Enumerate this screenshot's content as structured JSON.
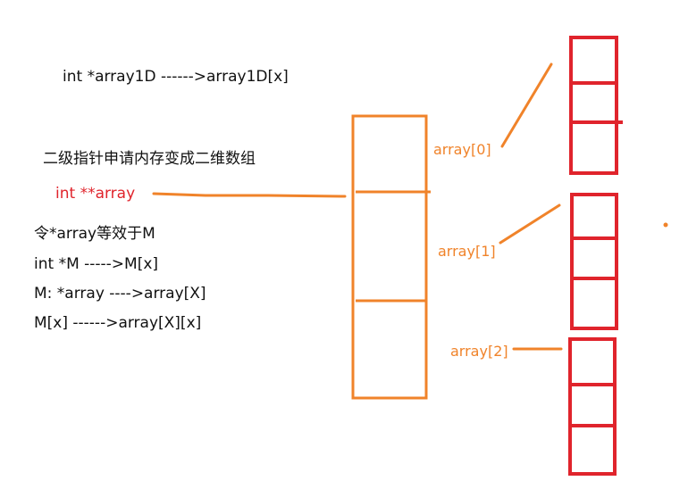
{
  "texts": {
    "line1D": "int *array1D ------>array1D[x]",
    "heading": "二级指针申请内存变成二维数组",
    "ptr": "int **array",
    "note1": "令*array等效于M",
    "note2": "int *M ----->M[x]",
    "note3": "M: *array ---->array[X]",
    "note4": "M[x] ------>array[X][x]"
  },
  "labels": {
    "row0": "array[0]",
    "row1": "array[1]",
    "row2": "array[2]"
  },
  "colors": {
    "orange": "#f0832a",
    "red": "#e0242c",
    "text": "#111111"
  }
}
